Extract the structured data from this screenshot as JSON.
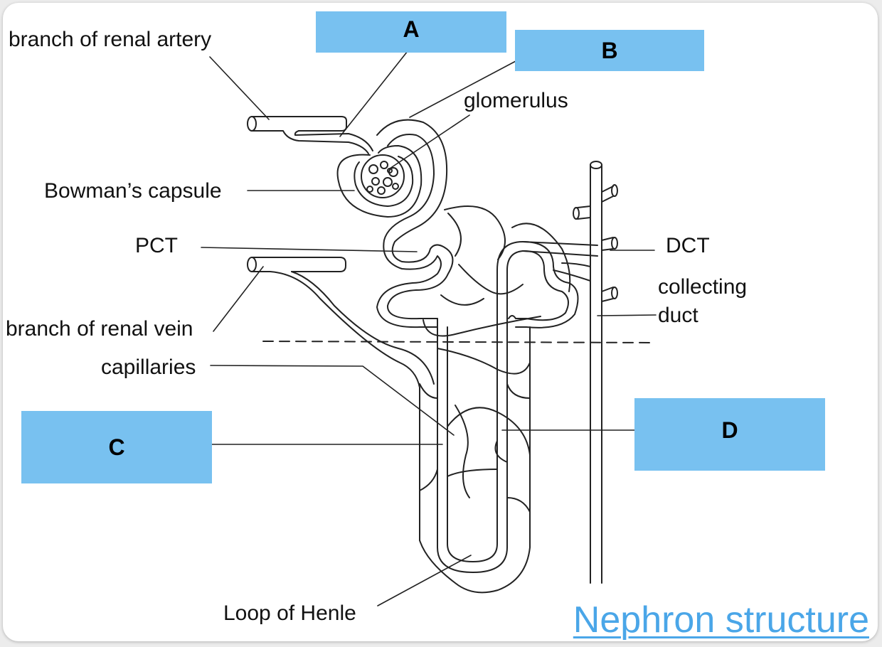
{
  "title": "Nephron structure",
  "labels": {
    "renal_artery": "branch of renal artery",
    "glomerulus": "glomerulus",
    "bowmans_capsule": "Bowman’s capsule",
    "pct": "PCT",
    "dct": "DCT",
    "collecting_duct_line1": "collecting",
    "collecting_duct_line2": "duct",
    "renal_vein": "branch of renal vein",
    "capillaries": "capillaries",
    "loop_of_henle": "Loop of Henle"
  },
  "answer_boxes": {
    "a": "A",
    "b": "B",
    "c": "C",
    "d": "D"
  },
  "colors": {
    "box_fill": "#78c1f0",
    "title": "#4aa6e8",
    "line": "#222222"
  }
}
